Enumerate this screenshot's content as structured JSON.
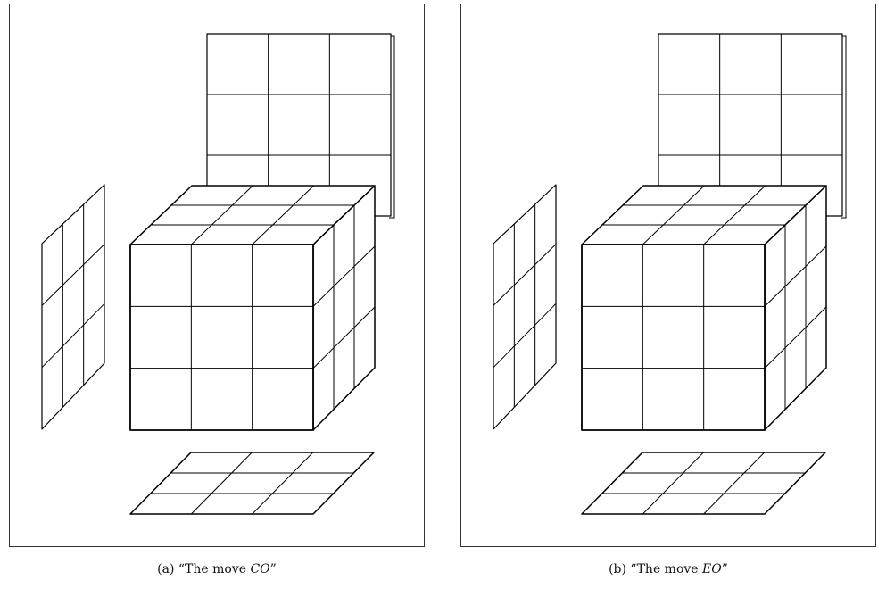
{
  "figure": {
    "panels": [
      {
        "id": "a",
        "caption_prefix": "(a) “The move ",
        "caption_move": "CO",
        "caption_suffix": "”"
      },
      {
        "id": "b",
        "caption_prefix": "(b) “The move ",
        "caption_move": "EO",
        "caption_suffix": "”"
      }
    ]
  }
}
